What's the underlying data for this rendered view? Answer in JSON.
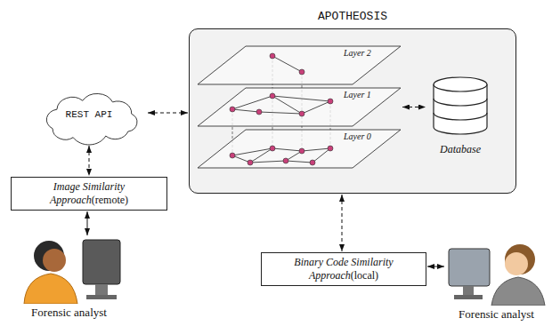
{
  "diagram": {
    "nodes": [
      {
        "text": [
          "APOTHEOSIS"
        ]
      },
      {
        "text": [
          "Layer 2"
        ],
        "in": 0
      },
      {
        "text": [
          "Layer 1"
        ],
        "in": 0
      },
      {
        "text": [
          "Layer 0"
        ],
        "in": 0
      },
      {
        "text": [
          "Database"
        ],
        "in": 0
      },
      {
        "text": [
          "REST API"
        ]
      },
      {
        "text": [
          "Image Similarity Approach",
          "(remote)"
        ]
      },
      {
        "text": [
          "Forensic analyst"
        ]
      },
      {
        "text": [
          "Binary Code Similarity Approach",
          "(local)"
        ]
      },
      {
        "text": [
          "Forensic analyst"
        ]
      }
    ],
    "edges": [
      {
        "from": 5,
        "to": 0,
        "arrow": "both"
      },
      {
        "from": 5,
        "to": 6,
        "arrow": "both"
      },
      {
        "from": 6,
        "to": 7,
        "arrow": "both"
      },
      {
        "from": 2,
        "to": 4,
        "arrow": "both"
      },
      {
        "from": 0,
        "to": 8,
        "arrow": "both"
      },
      {
        "from": 8,
        "to": 9,
        "arrow": "both"
      }
    ]
  }
}
